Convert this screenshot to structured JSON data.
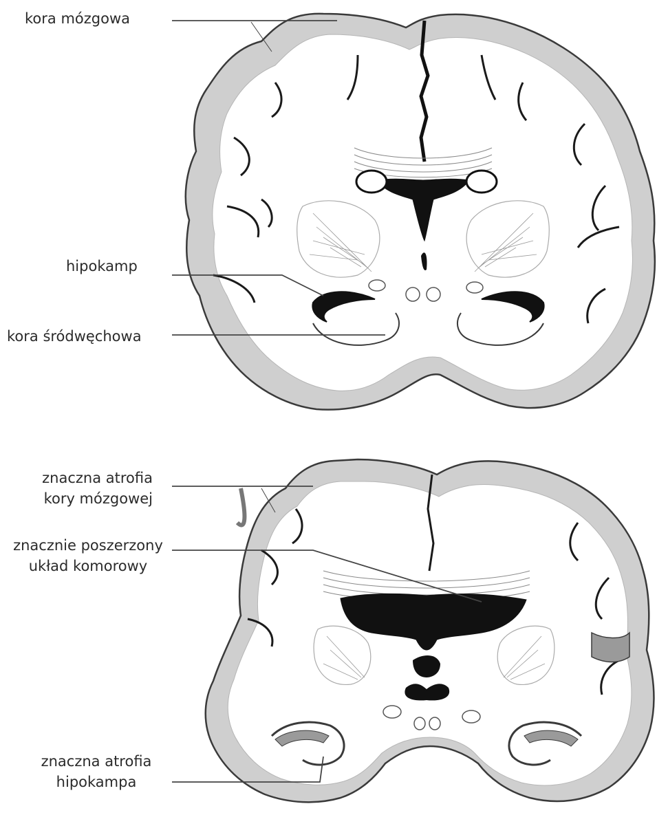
{
  "figure": {
    "healthy": {
      "labels": {
        "cortex": "kora mózgowa",
        "hippocampus": "hipokamp",
        "entorhinal": "kora śródwęchowa"
      }
    },
    "alzheimer": {
      "labels": {
        "cortex_atrophy_line1": "znaczna atrofia",
        "cortex_atrophy_line2": "kory mózgowej",
        "ventricles_line1": "znacznie poszerzony",
        "ventricles_line2": "układ komorowy",
        "hippocampus_atrophy_line1": "znaczna atrofia",
        "hippocampus_atrophy_line2": "hipokampa"
      }
    },
    "colors": {
      "outline": "#3a3a3a",
      "grey_matter": "#cfcfcf",
      "white_matter": "#ffffff",
      "ventricle": "#111111",
      "leader_line": "#444444"
    }
  }
}
